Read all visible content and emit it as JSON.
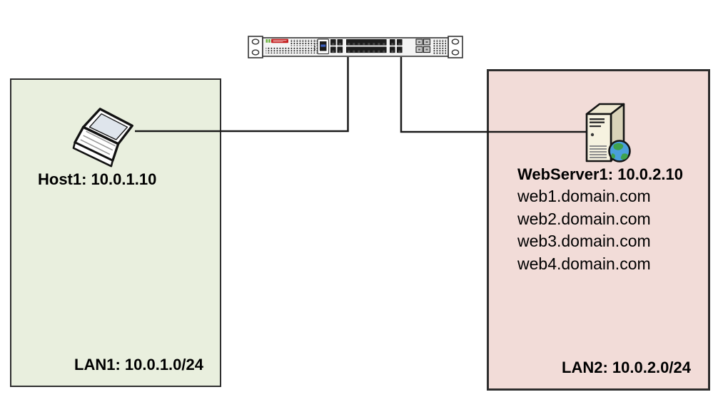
{
  "diagram": {
    "type": "network-topology",
    "background": "#ffffff",
    "line_color": "#1a1a1a"
  },
  "network_device": {
    "icon": "fortinet-rack-appliance-icon",
    "brand_logo": "fortinet-logo",
    "logo_color": "#c41e1e"
  },
  "zones": {
    "lan1": {
      "label": "LAN1: 10.0.1.0/24",
      "fill": "#e9efde",
      "border": "#2e2e2e",
      "host": {
        "icon": "laptop-icon",
        "label": "Host1: 10.0.1.10"
      }
    },
    "lan2": {
      "label": "LAN2: 10.0.2.0/24",
      "fill": "#f2dcd8",
      "border": "#2e2e2e",
      "server": {
        "icon": "web-server-globe-icon",
        "label": "WebServer1: 10.0.2.10",
        "domains": [
          "web1.domain.com",
          "web2.domain.com",
          "web3.domain.com",
          "web4.domain.com"
        ]
      }
    }
  },
  "connections": [
    {
      "from": "appliance-port-1",
      "to": "host1"
    },
    {
      "from": "appliance-port-2",
      "to": "webserver1"
    }
  ]
}
